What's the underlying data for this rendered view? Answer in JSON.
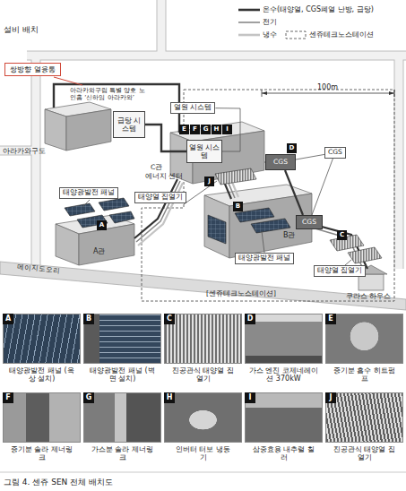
{
  "diagram": {
    "caption": "그림 4. 센쥬 SEN 전체 배치도",
    "nodes": [
      {
        "text": [
          "쌍방향 열융통"
        ]
      },
      {
        "text": [
          "열원 시스템"
        ]
      },
      {
        "text": [
          "급탕 시스템"
        ]
      },
      {
        "text": [
          "E"
        ]
      },
      {
        "text": [
          "F"
        ]
      },
      {
        "text": [
          "G"
        ]
      },
      {
        "text": [
          "H"
        ]
      },
      {
        "text": [
          "I"
        ]
      },
      {
        "text": [
          "열원 시스템"
        ]
      },
      {
        "text": [
          "D"
        ]
      },
      {
        "text": [
          "CGS"
        ]
      },
      {
        "text": [
          "CGS"
        ]
      },
      {
        "text": [
          "J"
        ]
      },
      {
        "text": [
          "태양광발전 패널"
        ]
      },
      {
        "text": [
          "태양열 집열기"
        ]
      },
      {
        "text": [
          "B"
        ]
      },
      {
        "text": [
          "A"
        ]
      },
      {
        "text": [
          "CGS"
        ]
      },
      {
        "text": [
          "C"
        ]
      },
      {
        "text": [
          "태양광발전 패널"
        ]
      },
      {
        "text": [
          "태양열 집열기"
        ]
      },
      {
        "text": [
          "A",
          "태양광발전 패널 (옥상 설치)"
        ]
      },
      {
        "text": [
          "B",
          "태양광발전 패널 (벽면 설치)"
        ]
      },
      {
        "text": [
          "C",
          "진공관식 태양열 집열기"
        ]
      },
      {
        "text": [
          "D",
          "가스 엔진 코제네레이션 370kW"
        ]
      },
      {
        "text": [
          "E",
          "증기분 흡수 히트펌프"
        ]
      },
      {
        "text": [
          "F",
          "증기분 솔라 제너링크"
        ]
      },
      {
        "text": [
          "G",
          "가스분 솔라 제너링크"
        ]
      },
      {
        "text": [
          "H",
          "인버터 터보 냉동기"
        ]
      },
      {
        "text": [
          "I",
          "삼중효용 내추럴 칠러"
        ]
      },
      {
        "text": [
          "J",
          "진공관식 태양열 집열기"
        ]
      }
    ],
    "edges": [
      {
        "from": 2,
        "to": 8,
        "arrow": "none"
      },
      {
        "from": 1,
        "to": 8,
        "arrow": "none"
      },
      {
        "from": 11,
        "to": 10,
        "arrow": "none"
      },
      {
        "from": 11,
        "to": 17,
        "arrow": "none"
      }
    ],
    "labels": [
      "설비 배치",
      "100m",
      "아라카와구립 특별 양호 노인홈 ‘신하임 아라카와’",
      "아라카와구도",
      "C관",
      "에너지 센터",
      "B관",
      "A관",
      "[센쥬테크노스테이션]",
      "쿠라스 하우스",
      "메이지도오리"
    ],
    "legend": [
      {
        "text": "온수(태양열, CGS폐열 난방, 급탕)"
      },
      {
        "text": "전기"
      },
      {
        "text": "냉수"
      },
      {
        "text": "센쥬테크노스테이션"
      }
    ]
  }
}
